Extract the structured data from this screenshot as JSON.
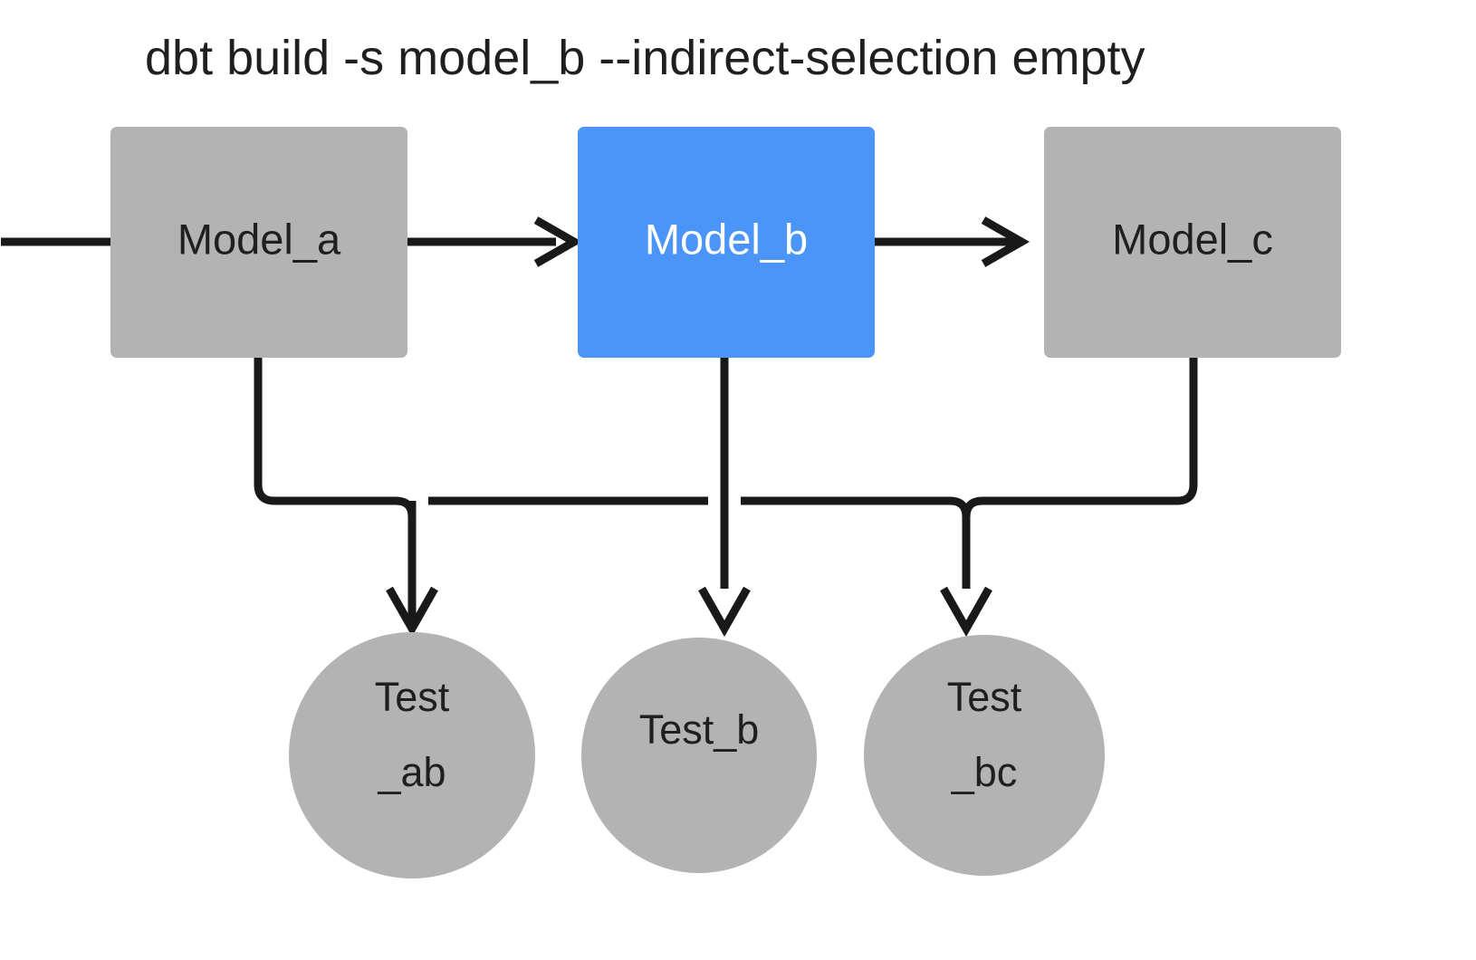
{
  "title": "dbt build -s model_b --indirect-selection empty",
  "colors": {
    "background": "#ffffff",
    "node_gray": "#b3b3b3",
    "node_selected_blue": "#4a95f7",
    "edge_black": "#191919",
    "text_dark": "#1f1f1f",
    "text_light": "#ffffff"
  },
  "models": [
    {
      "id": "model_a",
      "label": "Model_a",
      "state": "unselected",
      "fill": "#b3b3b3",
      "text_color": "#1f1f1f"
    },
    {
      "id": "model_b",
      "label": "Model_b",
      "state": "selected",
      "fill": "#4a95f7",
      "text_color": "#ffffff"
    },
    {
      "id": "model_c",
      "label": "Model_c",
      "state": "unselected",
      "fill": "#b3b3b3",
      "text_color": "#1f1f1f"
    }
  ],
  "tests": [
    {
      "id": "test_ab",
      "label": "Test_ab",
      "line1": "Test",
      "line2": "_ab",
      "state": "unselected",
      "fill": "#b3b3b3"
    },
    {
      "id": "test_b",
      "label": "Test_b",
      "line1": "Test_b",
      "line2": "",
      "state": "unselected",
      "fill": "#b3b3b3"
    },
    {
      "id": "test_bc",
      "label": "Test_bc",
      "line1": "Test",
      "line2": "_bc",
      "state": "unselected",
      "fill": "#b3b3b3"
    }
  ],
  "edges": [
    {
      "id": "edge-a-to-b",
      "from": "model_a",
      "to": "model_b",
      "kind": "arrow-right"
    },
    {
      "id": "edge-b-to-c",
      "from": "model_b",
      "to": "model_c",
      "kind": "arrow-right"
    },
    {
      "id": "edge-a-to-test-ab",
      "from": "model_a",
      "to": "test_ab",
      "kind": "elbow-down"
    },
    {
      "id": "edge-b-to-test-ab",
      "from": "model_b",
      "to": "test_ab",
      "kind": "elbow-down"
    },
    {
      "id": "edge-b-to-test-b",
      "from": "model_b",
      "to": "test_b",
      "kind": "straight-down"
    },
    {
      "id": "edge-b-to-test-bc",
      "from": "model_b",
      "to": "test_bc",
      "kind": "elbow-down"
    },
    {
      "id": "edge-c-to-test-bc",
      "from": "model_c",
      "to": "test_bc",
      "kind": "elbow-down"
    }
  ]
}
